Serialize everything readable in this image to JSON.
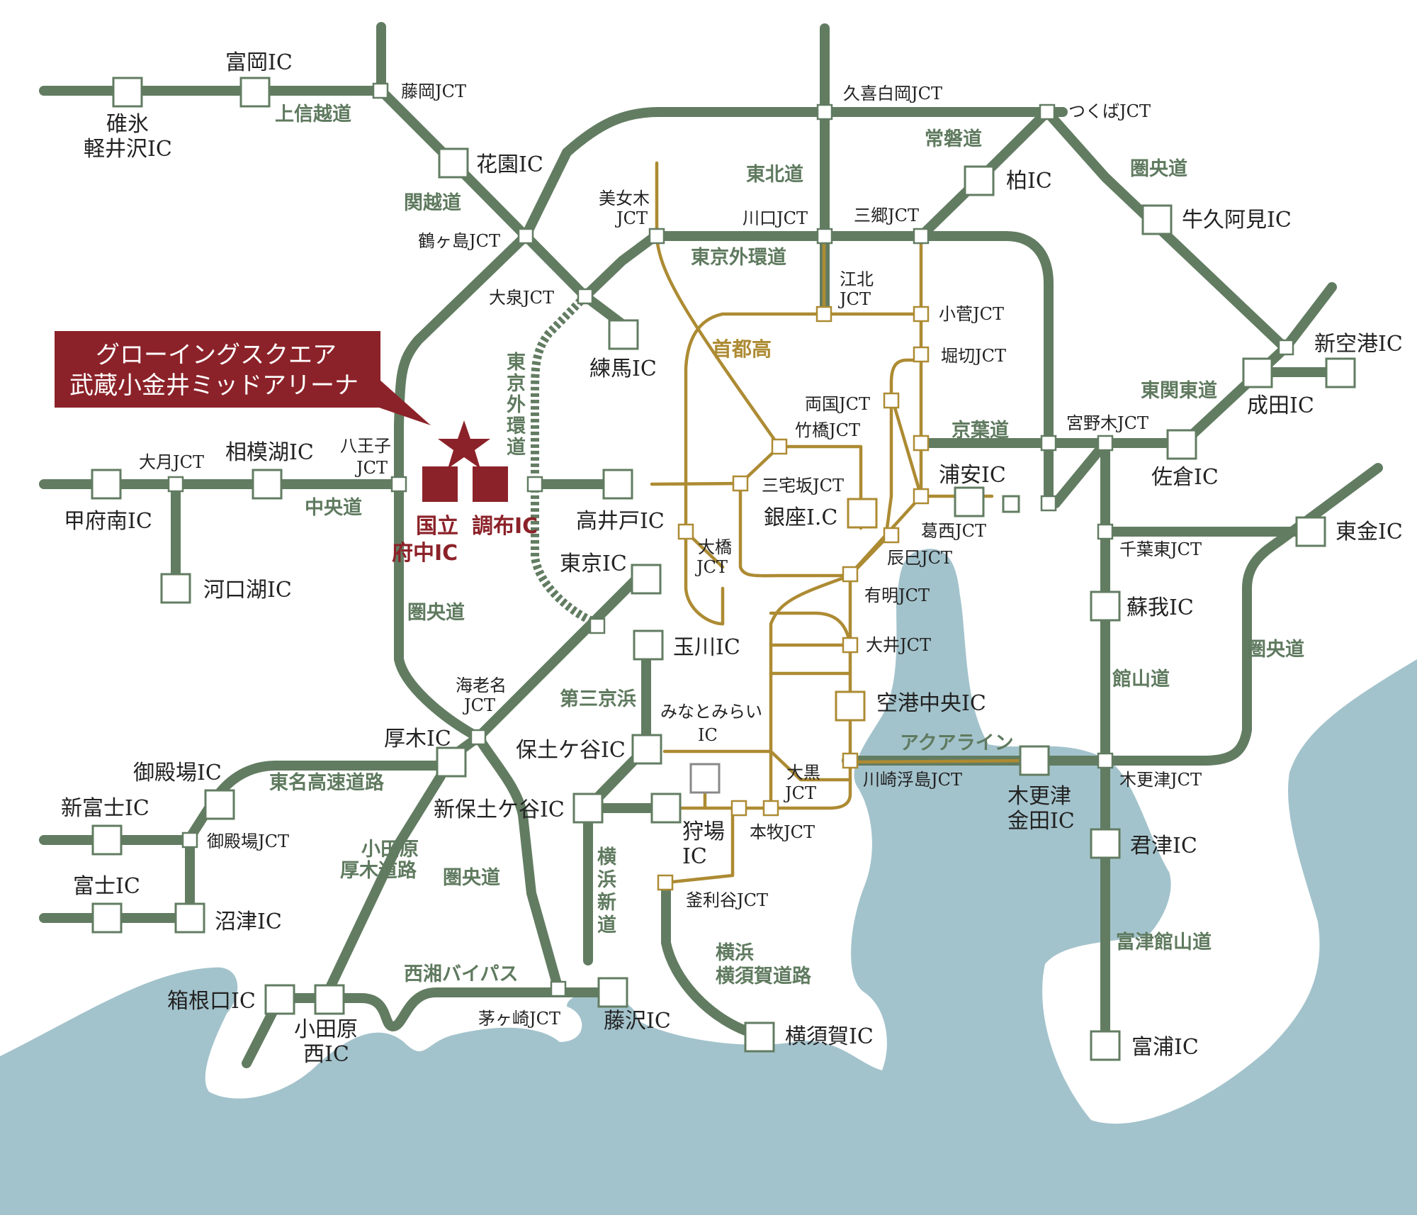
{
  "colors": {
    "sea": "#a3c3cc",
    "expressway": "#627c62",
    "shutoko": "#ad8b33",
    "highlight": "#8c2229",
    "land": "#ffffff"
  },
  "banner": {
    "line1": "グローイングスクエア",
    "line2": "武蔵小金井ミッドアリーナ"
  },
  "highlight": {
    "kunitachi_fuchu_1": "国立",
    "kunitachi_fuchu_2": "府中IC",
    "chofu": "調布IC",
    "star_icon": "star-icon"
  },
  "routes": {
    "joshinetsu": "上信越道",
    "kanetsu": "関越道",
    "tohoku": "東北道",
    "joban": "常磐道",
    "kenodo_ne": "圏央道",
    "gaikan": "東京外環道",
    "gaikan_v": "東京外環道",
    "shutoko": "首都高",
    "higashikanto": "東関東道",
    "keiyo": "京葉道",
    "chuo": "中央道",
    "kenodo_w": "圏央道",
    "daisan_keihin": "第三京浜",
    "aqualine": "アクアライン",
    "tateyama": "館山道",
    "kenodo_e": "圏央道",
    "tomei": "東名高速道路",
    "odawara_1": "小田原",
    "odawara_2": "厚木道路",
    "kenodo_s": "圏央道",
    "yokohama_shindo": "横浜新道",
    "yokosuka_1": "横浜",
    "yokosuka_2": "横須賀道路",
    "seisho": "西湘バイパス",
    "futtsu": "富津館山道"
  },
  "places": {
    "tomioka": "富岡IC",
    "usui_1": "碓氷",
    "usui_2": "軽井沢IC",
    "fujioka": "藤岡JCT",
    "hanazono": "花園IC",
    "kuki": "久喜白岡JCT",
    "tsukuba": "つくばJCT",
    "kashiwa": "柏IC",
    "ushiku": "牛久阿見IC",
    "tsurugashima": "鶴ヶ島JCT",
    "bijogi_1": "美女木",
    "bijogi_2": "JCT",
    "kawaguchi": "川口JCT",
    "misato": "三郷JCT",
    "oizumi": "大泉JCT",
    "nerima": "練馬IC",
    "kohoku_1": "江北",
    "kohoku_2": "JCT",
    "kosuge": "小菅JCT",
    "horikiri": "堀切JCT",
    "shinkukou": "新空港IC",
    "narita": "成田IC",
    "ryogoku": "両国JCT",
    "takebashi": "竹橋JCT",
    "miyanogi": "宮野木JCT",
    "sakura": "佐倉IC",
    "otsuki": "大月JCT",
    "sagamiko": "相模湖IC",
    "hachioji_1": "八王子",
    "hachioji_2": "JCT",
    "kofu": "甲府南IC",
    "kawaguchiko": "河口湖IC",
    "takaido": "高井戸IC",
    "miyakezaka": "三宅坂JCT",
    "ginza": "銀座I.C",
    "urayasu": "浦安IC",
    "kasai": "葛西JCT",
    "tatsumi": "辰巳JCT",
    "chibahigashi": "千葉東JCT",
    "togane": "東金IC",
    "tokyo": "東京IC",
    "ohashi_1": "大橋",
    "ohashi_2": "JCT",
    "ariake": "有明JCT",
    "soga": "蘇我IC",
    "tamagawa": "玉川IC",
    "oi": "大井JCT",
    "ebina_1": "海老名",
    "ebina_2": "JCT",
    "kuko": "空港中央IC",
    "atsugi": "厚木IC",
    "minatomirai_1": "みなとみらい",
    "minatomirai_2": "IC",
    "hodogaya": "保土ケ谷IC",
    "gotemba": "御殿場IC",
    "shinfuji": "新富士IC",
    "gotembajct": "御殿場JCT",
    "fuji": "富士IC",
    "numazu": "沼津IC",
    "shinhodogaya": "新保土ケ谷IC",
    "kariba_1": "狩場",
    "kariba_2": "IC",
    "honmoku": "本牧JCT",
    "daikoku_1": "大黒",
    "daikoku_2": "JCT",
    "kawasaki": "川崎浮島JCT",
    "kisarazu_1": "木更津",
    "kisarazu_2": "金田IC",
    "kisarazujct": "木更津JCT",
    "kimitsu": "君津IC",
    "kamariya": "釜利谷JCT",
    "hakone": "箱根口IC",
    "odawaranishi_1": "小田原",
    "odawaranishi_2": "西IC",
    "chigasaki": "茅ヶ崎JCT",
    "fujisawa": "藤沢IC",
    "yokosuka": "横須賀IC",
    "futtsu": "富浦IC"
  }
}
